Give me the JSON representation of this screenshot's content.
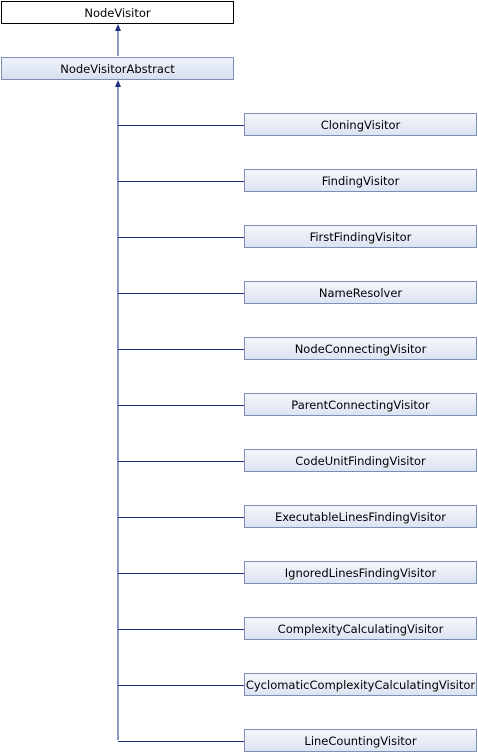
{
  "root": {
    "label": "NodeVisitor"
  },
  "parent": {
    "label": "NodeVisitorAbstract"
  },
  "children": [
    {
      "label": "CloningVisitor"
    },
    {
      "label": "FindingVisitor"
    },
    {
      "label": "FirstFindingVisitor"
    },
    {
      "label": "NameResolver"
    },
    {
      "label": "NodeConnectingVisitor"
    },
    {
      "label": "ParentConnectingVisitor"
    },
    {
      "label": "CodeUnitFindingVisitor"
    },
    {
      "label": "ExecutableLinesFindingVisitor"
    },
    {
      "label": "IgnoredLinesFindingVisitor"
    },
    {
      "label": "ComplexityCalculatingVisitor"
    },
    {
      "label": "CyclomaticComplexityCalculatingVisitor"
    },
    {
      "label": "LineCountingVisitor"
    }
  ],
  "colors": {
    "edge": "#1f2f80",
    "border": "#7f8eb7"
  }
}
